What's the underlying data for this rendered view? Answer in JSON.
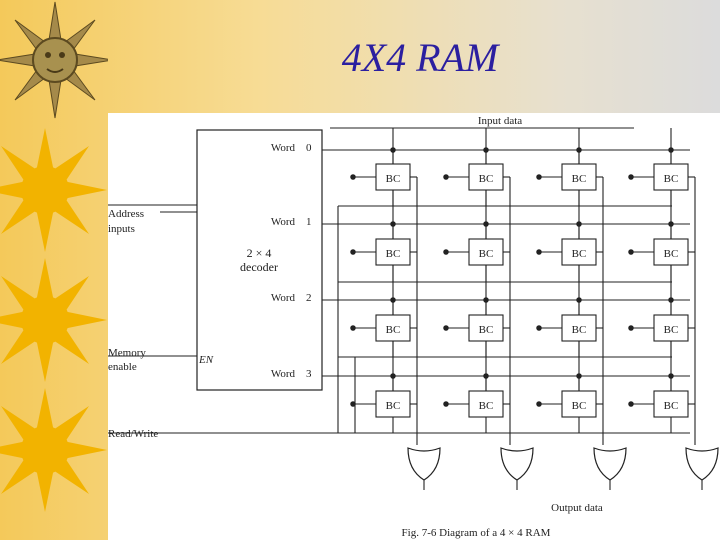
{
  "slide": {
    "title": "4X4 RAM"
  },
  "diagram": {
    "input_label": "Input data",
    "output_label": "Output data",
    "caption": "Fig. 7-6 Diagram of a 4 × 4 RAM",
    "address_label_line1": "Address",
    "address_label_line2": "inputs",
    "memory_label_line1": "Memory",
    "memory_label_line2": "enable",
    "rw_label": "Read/Write",
    "decoder_line1": "2 × 4",
    "decoder_line2": "decoder",
    "enable_label": "EN",
    "words": [
      {
        "label": "Word",
        "index": "0"
      },
      {
        "label": "Word",
        "index": "1"
      },
      {
        "label": "Word",
        "index": "2"
      },
      {
        "label": "Word",
        "index": "3"
      }
    ],
    "cell_label": "BC"
  },
  "colors": {
    "title": "#2b1fa0",
    "sun": "#f2b300",
    "background": "#f4c95a"
  }
}
